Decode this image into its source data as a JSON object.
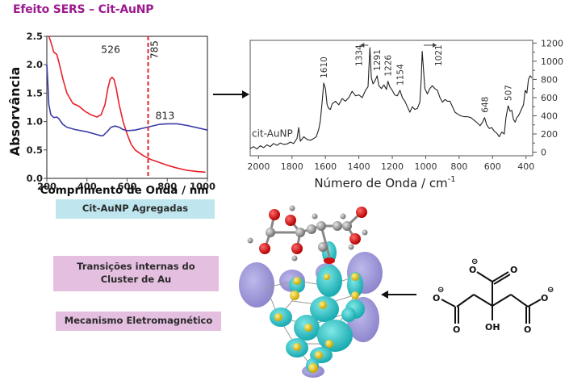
{
  "title": "Efeito SERS – Cit-AuNP",
  "boxes": {
    "aggregated": "Cit-AuNP Agregadas",
    "transitions_line1": "Transições internas do",
    "transitions_line2": "Cluster de Au",
    "mechanism": "Mecanismo Eletromagnético"
  },
  "molecule": {
    "charge_symbol": "⊖",
    "O": "O",
    "OH": "OH"
  },
  "chart_data": [
    {
      "type": "line",
      "title": "",
      "xlabel": "Comprimento de Onda / nm",
      "ylabel": "Absorvância",
      "xlim": [
        200,
        1000
      ],
      "ylim": [
        0,
        2.5
      ],
      "xticks": [
        200,
        400,
        600,
        800,
        1000
      ],
      "yticks": [
        "0.0",
        "0.5",
        "1.0",
        "1.5",
        "2.0",
        "2.5"
      ],
      "series": [
        {
          "name": "Cit-AuNP",
          "color": "#e8202a",
          "x": [
            210,
            220,
            235,
            250,
            260,
            280,
            300,
            330,
            360,
            390,
            420,
            450,
            470,
            490,
            505,
            515,
            525,
            535,
            545,
            560,
            580,
            600,
            620,
            640,
            680,
            720,
            760,
            800,
            850,
            900,
            950,
            990
          ],
          "y": [
            2.5,
            2.4,
            2.22,
            2.18,
            2.05,
            1.75,
            1.5,
            1.32,
            1.27,
            1.18,
            1.12,
            1.08,
            1.12,
            1.3,
            1.6,
            1.74,
            1.78,
            1.74,
            1.6,
            1.3,
            1.0,
            0.78,
            0.6,
            0.5,
            0.4,
            0.33,
            0.28,
            0.23,
            0.18,
            0.14,
            0.12,
            0.11
          ]
        },
        {
          "name": "Cit-AuNP Agregadas",
          "color": "#3b3ba8",
          "x": [
            200,
            205,
            210,
            220,
            235,
            250,
            260,
            280,
            300,
            340,
            400,
            440,
            470,
            480,
            500,
            520,
            540,
            560,
            580,
            600,
            640,
            700,
            760,
            800,
            850,
            900,
            950,
            1000
          ],
          "y": [
            2.0,
            1.7,
            1.3,
            1.12,
            1.07,
            1.08,
            1.05,
            0.95,
            0.9,
            0.86,
            0.82,
            0.78,
            0.75,
            0.75,
            0.82,
            0.9,
            0.92,
            0.9,
            0.86,
            0.84,
            0.85,
            0.9,
            0.95,
            0.96,
            0.96,
            0.93,
            0.89,
            0.85
          ]
        }
      ],
      "annotations": [
        {
          "text": "526",
          "x": 526,
          "y": 1.78
        },
        {
          "text": "813",
          "x": 813,
          "y": 0.96
        },
        {
          "text": "785",
          "x": 785,
          "type": "vertical-dashed-line",
          "color": "#e8202a"
        }
      ]
    },
    {
      "type": "line",
      "title": "",
      "xlabel": "Número de Onda / cm",
      "xlabel_superscript": "-1",
      "ylabel": "",
      "xlim": [
        2050,
        360
      ],
      "ylim": [
        -40,
        1230
      ],
      "xticks": [
        2000,
        1800,
        1600,
        1400,
        1200,
        1000,
        800,
        600,
        400
      ],
      "yticks": [
        0,
        200,
        400,
        600,
        800,
        1000,
        1200
      ],
      "series": [
        {
          "name": "cit-AuNP",
          "color": "#222222",
          "x": [
            2050,
            2030,
            2010,
            1990,
            1970,
            1950,
            1930,
            1910,
            1890,
            1870,
            1850,
            1830,
            1810,
            1790,
            1770,
            1760,
            1750,
            1730,
            1710,
            1690,
            1670,
            1655,
            1640,
            1630,
            1620,
            1610,
            1600,
            1590,
            1580,
            1570,
            1560,
            1540,
            1520,
            1500,
            1480,
            1460,
            1440,
            1420,
            1400,
            1380,
            1360,
            1345,
            1334,
            1325,
            1315,
            1305,
            1295,
            1291,
            1280,
            1265,
            1250,
            1235,
            1226,
            1215,
            1200,
            1185,
            1170,
            1154,
            1140,
            1125,
            1110,
            1095,
            1080,
            1065,
            1050,
            1035,
            1027,
            1021,
            1013,
            1005,
            990,
            975,
            960,
            945,
            930,
            915,
            900,
            885,
            870,
            855,
            840,
            825,
            810,
            790,
            770,
            750,
            730,
            710,
            690,
            675,
            660,
            648,
            635,
            620,
            605,
            590,
            575,
            560,
            545,
            530,
            520,
            507,
            495,
            485,
            475,
            465,
            455,
            445,
            435,
            425,
            415,
            405,
            395,
            385,
            375,
            365
          ],
          "y": [
            40,
            60,
            35,
            70,
            50,
            80,
            60,
            95,
            75,
            100,
            85,
            90,
            110,
            95,
            150,
            270,
            120,
            170,
            140,
            130,
            150,
            170,
            250,
            350,
            550,
            760,
            700,
            520,
            480,
            470,
            530,
            560,
            520,
            590,
            560,
            600,
            670,
            620,
            630,
            600,
            680,
            720,
            1150,
            820,
            750,
            780,
            820,
            840,
            730,
            700,
            740,
            690,
            780,
            720,
            680,
            630,
            620,
            680,
            600,
            560,
            500,
            440,
            500,
            470,
            480,
            550,
            800,
            1110,
            900,
            700,
            640,
            700,
            730,
            700,
            680,
            600,
            550,
            580,
            560,
            560,
            500,
            440,
            420,
            400,
            390,
            390,
            380,
            350,
            320,
            290,
            330,
            380,
            300,
            260,
            270,
            230,
            210,
            170,
            220,
            200,
            380,
            510,
            450,
            460,
            360,
            330,
            380,
            400,
            440,
            480,
            520,
            680,
            650,
            800,
            840,
            820
          ]
        }
      ],
      "annotations": [
        {
          "text": "1610",
          "x": 1610
        },
        {
          "text": "1334",
          "x": 1334
        },
        {
          "text": "1291",
          "x": 1291
        },
        {
          "text": "1226",
          "x": 1226
        },
        {
          "text": "1154",
          "x": 1154
        },
        {
          "text": "1021",
          "x": 1021
        },
        {
          "text": "648",
          "x": 648
        },
        {
          "text": "507",
          "x": 507
        },
        {
          "text": "cit-AuNP",
          "type": "series-label"
        }
      ]
    }
  ]
}
